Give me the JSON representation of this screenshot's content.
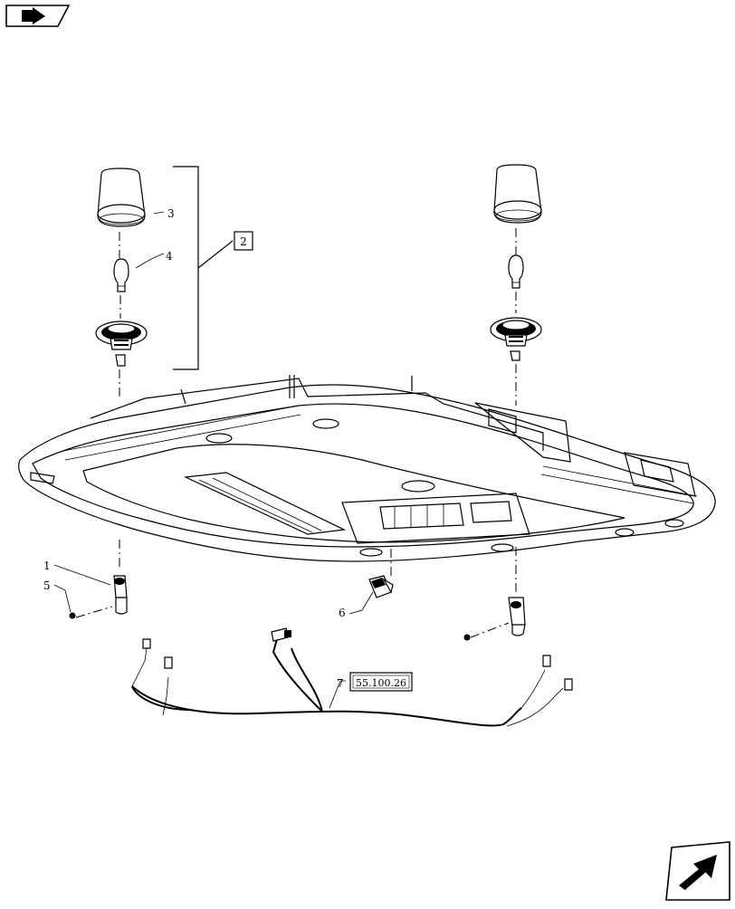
{
  "callouts": [
    {
      "id": "c1",
      "label": "1"
    },
    {
      "id": "c2",
      "label": "2"
    },
    {
      "id": "c3",
      "label": "3"
    },
    {
      "id": "c4",
      "label": "4"
    },
    {
      "id": "c5",
      "label": "5"
    },
    {
      "id": "c6",
      "label": "6"
    },
    {
      "id": "c7",
      "label": "7"
    }
  ],
  "reference_box": {
    "label": "55.100.26"
  },
  "icons": {
    "top_left": "back-arrow-icon",
    "bottom_right": "next-page-arrow-icon"
  }
}
